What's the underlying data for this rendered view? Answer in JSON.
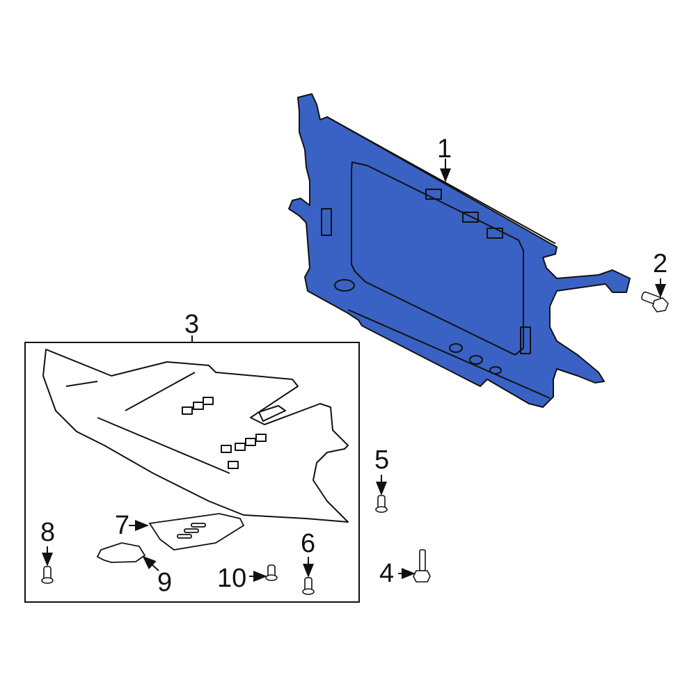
{
  "diagram": {
    "type": "exploded parts diagram",
    "part_color": "#3a62c4",
    "outline_color": "#111111",
    "callouts": [
      {
        "number": "1",
        "part": "radiator-support-panel",
        "highlighted": true
      },
      {
        "number": "2",
        "part": "bolt"
      },
      {
        "number": "3",
        "part": "splash-shield-assembly"
      },
      {
        "number": "4",
        "part": "bolt"
      },
      {
        "number": "5",
        "part": "clip"
      },
      {
        "number": "6",
        "part": "clip"
      },
      {
        "number": "7",
        "part": "access-cover"
      },
      {
        "number": "8",
        "part": "clip"
      },
      {
        "number": "9",
        "part": "seal"
      },
      {
        "number": "10",
        "part": "clip"
      }
    ]
  }
}
